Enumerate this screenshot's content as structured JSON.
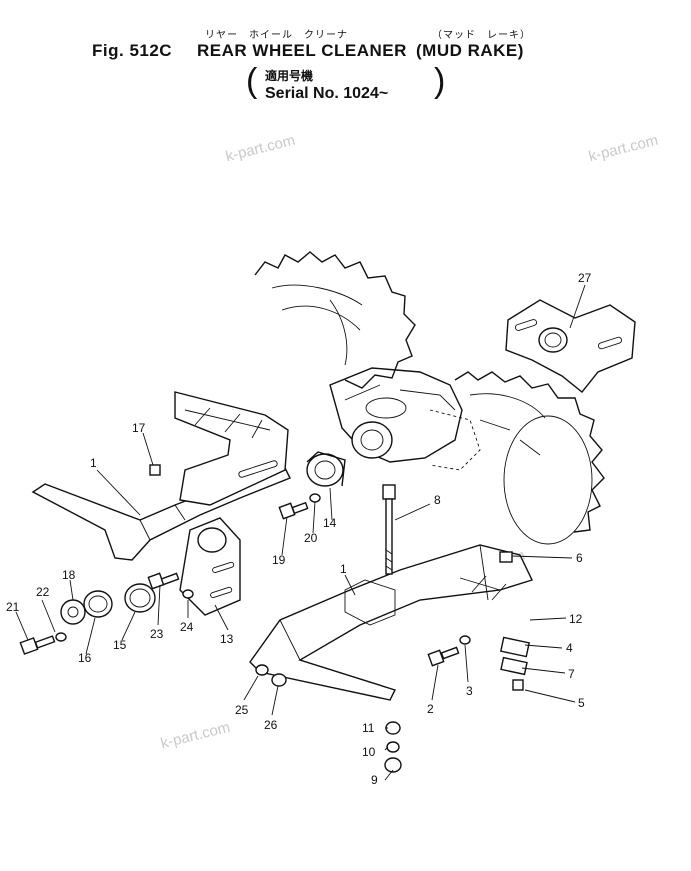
{
  "header": {
    "kana_rear_wheel": "リヤー　ホイール　クリーナ",
    "kana_mud_rake": "（マッド　レーキ）",
    "fig_label": "Fig. 512C",
    "title_main": "REAR WHEEL CLEANER",
    "title_paren": "(MUD RAKE)",
    "applicable_jp": "適用号機",
    "serial": "Serial No. 1024~"
  },
  "watermarks": [
    "k-part.com",
    "k-part.com",
    "k-part.com",
    "k-part.com"
  ],
  "callouts": [
    "1",
    "1",
    "2",
    "3",
    "4",
    "5",
    "6",
    "7",
    "8",
    "9",
    "10",
    "11",
    "12",
    "13",
    "14",
    "15",
    "16",
    "17",
    "18",
    "19",
    "20",
    "21",
    "22",
    "23",
    "24",
    "25",
    "26",
    "27"
  ]
}
